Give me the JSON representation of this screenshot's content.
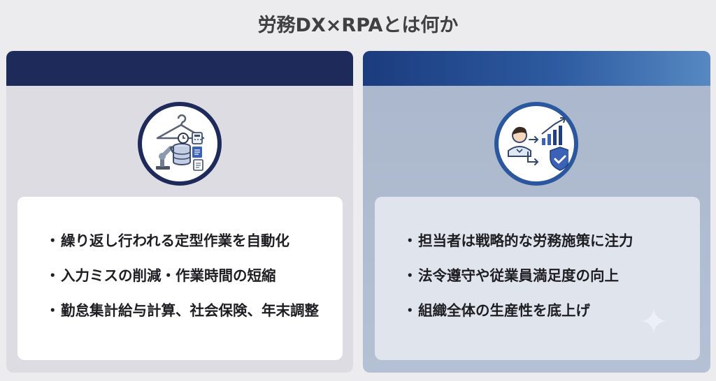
{
  "title": "労務DX×RPAとは何か",
  "left": {
    "icon": "automation-icon",
    "items": [
      "繰り返し行われる定型作業を自動化",
      "入力ミスの削減・作業時間の短縮",
      "勤怠集計給与計算、社会保険、年末調整"
    ]
  },
  "right": {
    "icon": "strategy-person-icon",
    "items": [
      "担当者は戦略的な労務施策に注力",
      "法令遵守や従業員満足度の向上",
      "組織全体の生産性を底上げ"
    ]
  },
  "bullet": "・",
  "colors": {
    "left_header": "#1d2a5a",
    "right_header": "#2d5aa0",
    "background": "#ececef"
  }
}
